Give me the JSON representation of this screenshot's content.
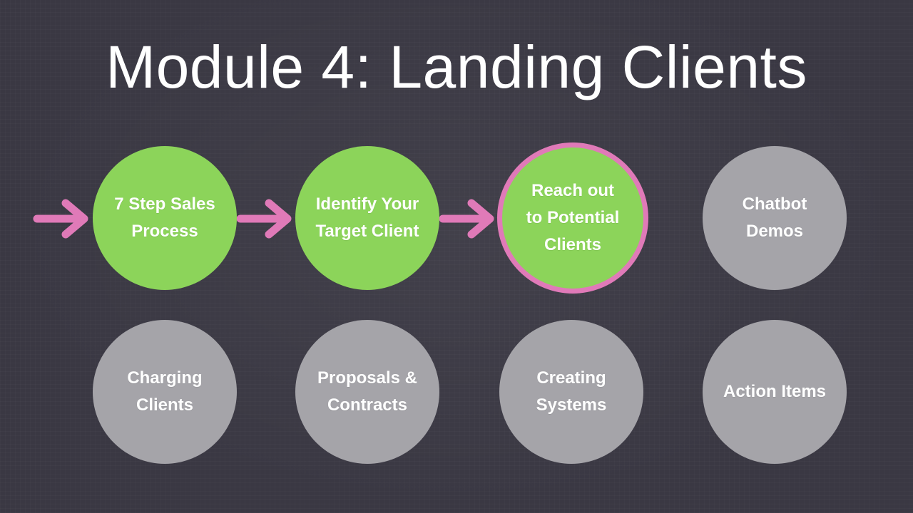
{
  "title": "Module 4: Landing Clients",
  "colors": {
    "completed": "#8cd45a",
    "upcoming": "#a5a4a9",
    "current_outline": "#e07ab8",
    "arrow": "#e07ab8",
    "background": "#3a3843"
  },
  "steps": [
    {
      "label": "7 Step Sales\nProcess",
      "status": "completed"
    },
    {
      "label": "Identify Your\nTarget Client",
      "status": "completed"
    },
    {
      "label": "Reach out\nto Potential\nClients",
      "status": "current"
    },
    {
      "label": "Chatbot\nDemos",
      "status": "upcoming"
    },
    {
      "label": "Charging\nClients",
      "status": "upcoming"
    },
    {
      "label": "Proposals &\nContracts",
      "status": "upcoming"
    },
    {
      "label": "Creating\nSystems",
      "status": "upcoming"
    },
    {
      "label": "Action Items",
      "status": "upcoming"
    }
  ]
}
